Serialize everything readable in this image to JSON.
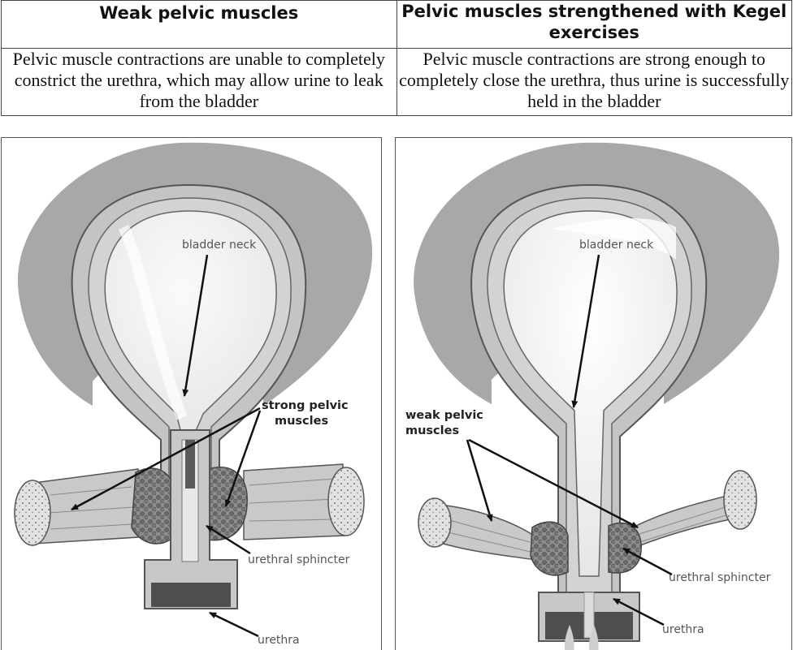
{
  "header": {
    "left_title": "Weak pelvic muscles",
    "right_title": "Pelvic muscles strengthened with Kegel exercises",
    "left_desc": "Pelvic muscle contractions are unable to completely constrict the urethra, which may allow urine to leak from the bladder",
    "right_desc": "Pelvic muscle contractions are strong enough to completely close the urethra, thus urine is successfully held in the bladder"
  },
  "left_diagram": {
    "labels": {
      "bladder_neck": "bladder neck",
      "muscles_line1": "strong pelvic",
      "muscles_line2": "muscles",
      "sphincter": "urethral sphincter",
      "urethra": "urethra"
    }
  },
  "right_diagram": {
    "labels": {
      "bladder_neck": "bladder neck",
      "muscles_line1": "weak pelvic",
      "muscles_line2": "muscles",
      "sphincter": "urethral sphincter",
      "urethra": "urethra"
    }
  },
  "colors": {
    "tissue_outer": "#a9a9a9",
    "tissue_light": "#d2d2d2",
    "sphincter_dark": "#4a4a4a",
    "outline": "#555555"
  }
}
